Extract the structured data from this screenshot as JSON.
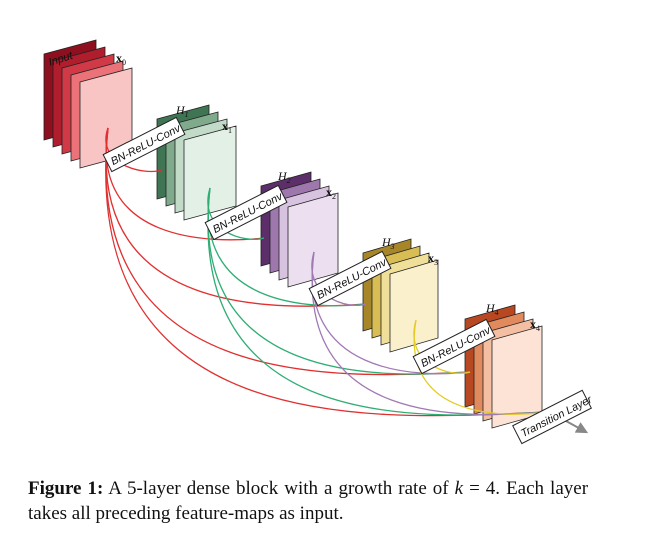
{
  "diagram": {
    "input_label": "Input",
    "outputs": [
      {
        "x": "x",
        "sub": "0"
      },
      {
        "x": "x",
        "sub": "1"
      },
      {
        "x": "x",
        "sub": "2"
      },
      {
        "x": "x",
        "sub": "3"
      },
      {
        "x": "x",
        "sub": "4"
      }
    ],
    "layers": [
      {
        "h": "H",
        "sub": "1",
        "op": "BN-ReLU-Conv"
      },
      {
        "h": "H",
        "sub": "2",
        "op": "BN-ReLU-Conv"
      },
      {
        "h": "H",
        "sub": "3",
        "op": "BN-ReLU-Conv"
      },
      {
        "h": "H",
        "sub": "4",
        "op": "BN-ReLU-Conv"
      }
    ],
    "transition_label": "Transition Layer",
    "colors": {
      "red": "#e03030",
      "green": "#2fae74",
      "purple": "#a07ab4",
      "yellow": "#e4cc28",
      "stack0": [
        "#8e0f1e",
        "#b01d2c",
        "#cf3a46",
        "#ea7278",
        "#f8c4c4"
      ],
      "stack1": [
        "#3f7553",
        "#7faa8c",
        "#c2dbc9",
        "#e2f0e6"
      ],
      "stack2": [
        "#5c2e6a",
        "#9e77ad",
        "#d7c3df",
        "#ecdff0"
      ],
      "stack3": [
        "#a7862a",
        "#d8bd55",
        "#efdf98",
        "#faf0cc"
      ],
      "stack4": [
        "#b84822",
        "#e08a5e",
        "#f4bea2",
        "#fde3d6"
      ]
    }
  },
  "caption": {
    "label": "Figure 1:",
    "text_a": "A 5-layer dense block with a growth rate of",
    "k_var": "k",
    "text_b": "= 4.",
    "text_c": "Each layer takes all preceding feature-maps as input."
  }
}
